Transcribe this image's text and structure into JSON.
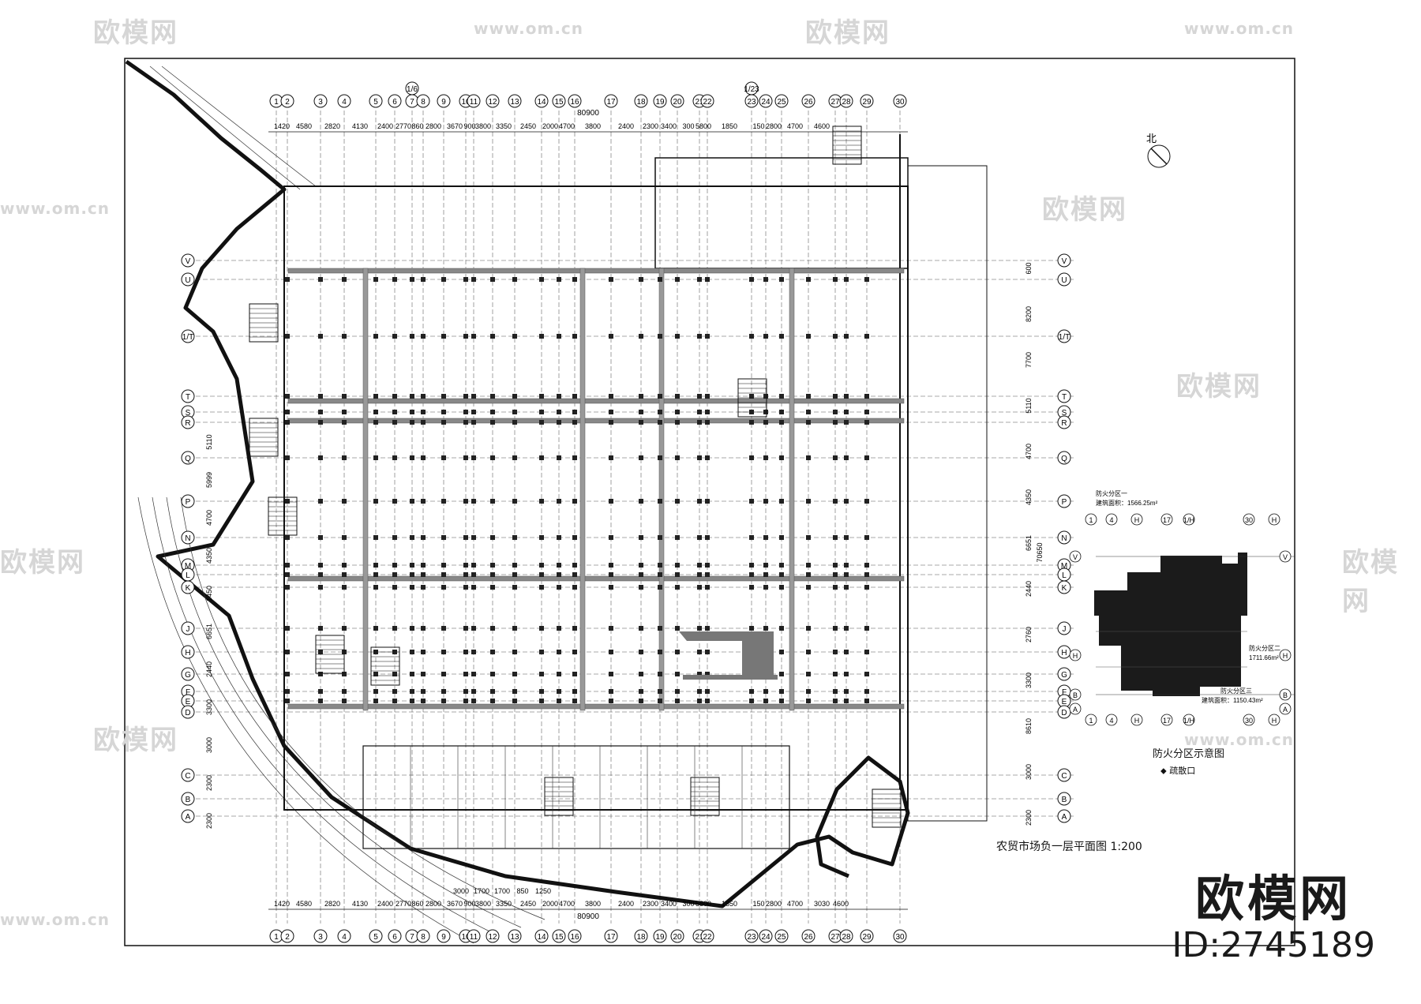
{
  "plan": {
    "title": "农贸市场负一层平面图",
    "scale": "1:200",
    "total_width": "80900",
    "north_label": "北",
    "top_bays": [
      "1420",
      "4580",
      "2820",
      "4130",
      "2400",
      "2770",
      "860",
      "2800",
      "3670",
      "900",
      "3800",
      "3350",
      "2450",
      "2000",
      "4700",
      "3800",
      "2400",
      "2300",
      "3400",
      "300",
      "5800",
      "1850",
      "150",
      "2800",
      "4700",
      "4600"
    ],
    "bottom_bays": [
      "1420",
      "4580",
      "2820",
      "4130",
      "2400",
      "2770",
      "860",
      "2800",
      "3670",
      "900",
      "3800",
      "3350",
      "2450",
      "2000",
      "4700",
      "3800",
      "2400",
      "2300",
      "3400",
      "300",
      "5800",
      "1850",
      "150",
      "2800",
      "4700",
      "3030",
      "4600"
    ],
    "bottom_sub": [
      "3000",
      "1700",
      "1700",
      "850",
      "1250"
    ],
    "x_axes": [
      "1",
      "2",
      "3",
      "4",
      "5",
      "6",
      "7",
      "8",
      "9",
      "10",
      "11",
      "12",
      "13",
      "14",
      "15",
      "16",
      "17",
      "18",
      "19",
      "20",
      "21",
      "22",
      "23",
      "24",
      "25",
      "26",
      "27",
      "28",
      "29",
      "30"
    ],
    "x_axes_top_extra": [
      "1/6",
      "1/23"
    ],
    "y_axes_left": [
      "V",
      "U",
      "1/T",
      "T",
      "S",
      "R",
      "Q",
      "P",
      "N",
      "M",
      "L",
      "K",
      "J",
      "H",
      "G",
      "F",
      "E",
      "D",
      "C",
      "B",
      "A"
    ],
    "y_dims_left": [
      "5110",
      "5999",
      "4700",
      "4350",
      "1450",
      "6651",
      "2440",
      "3300",
      "3000",
      "2300",
      "2300"
    ],
    "y_dims_right": [
      "600",
      "8200",
      "7700",
      "5110",
      "4700",
      "4350",
      "6651",
      "2440",
      "2760",
      "3300",
      "8610",
      "3000",
      "2300"
    ],
    "total_height": "70650"
  },
  "fire_zone_diagram": {
    "title": "防火分区示意图",
    "exit_label": "疏散口",
    "zone1_label": "防火分区一",
    "zone1_area": "建筑面积：1566.25m²",
    "zone2_label": "防火分区二",
    "zone2_area": "1711.66m²",
    "zone3_label": "防火分区三",
    "zone3_area": "建筑面积：1150.43m²",
    "axes_top": [
      "1",
      "4",
      "H",
      "17",
      "1/H",
      "30",
      "H"
    ],
    "axes_bottom": [
      "1",
      "4",
      "H",
      "17",
      "1/H",
      "30",
      "H"
    ],
    "axes_side": [
      "V",
      "H",
      "B",
      "A"
    ]
  },
  "watermarks": {
    "brand": "欧模网",
    "url": "www.om.cn",
    "id": "ID:2745189"
  },
  "colors": {
    "line": "#111111",
    "dark_fill": "#1b1b1b",
    "watermark": "#d6d6d6"
  }
}
